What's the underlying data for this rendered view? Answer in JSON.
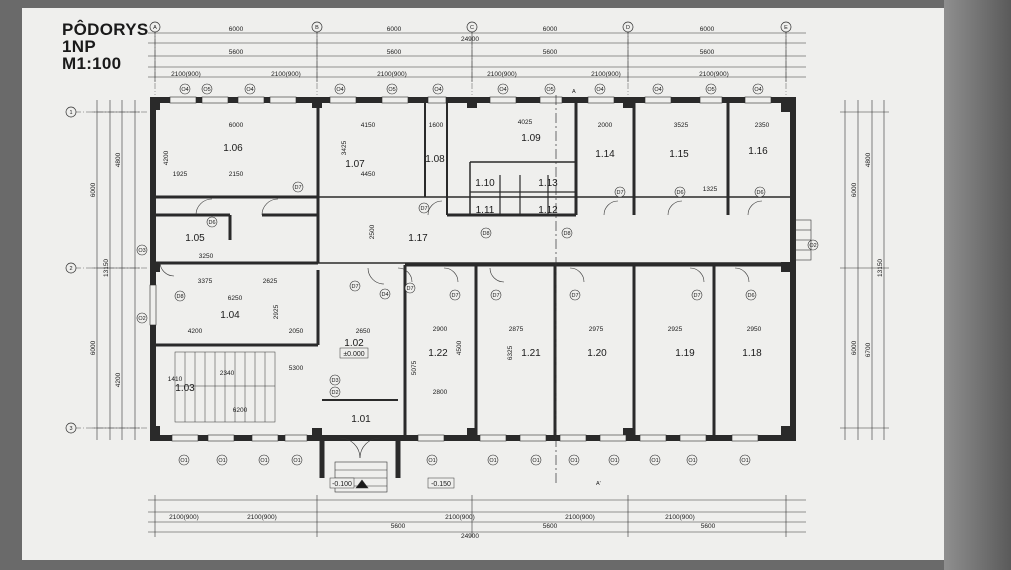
{
  "title": {
    "line1": "PÔDORYS",
    "line2": "1NP",
    "line3": "M1:100"
  },
  "column_axes": [
    "A",
    "B",
    "C",
    "D",
    "E"
  ],
  "row_axes": [
    "1",
    "2",
    "3"
  ],
  "overall_width": "24900",
  "bay_width": "6000",
  "rooms": [
    {
      "id": "1.06"
    },
    {
      "id": "1.07"
    },
    {
      "id": "1.08"
    },
    {
      "id": "1.09"
    },
    {
      "id": "1.10"
    },
    {
      "id": "1.11"
    },
    {
      "id": "1.12"
    },
    {
      "id": "1.13"
    },
    {
      "id": "1.14"
    },
    {
      "id": "1.15"
    },
    {
      "id": "1.16"
    },
    {
      "id": "1.17"
    },
    {
      "id": "1.05"
    },
    {
      "id": "1.04"
    },
    {
      "id": "1.03"
    },
    {
      "id": "1.02"
    },
    {
      "id": "1.01"
    },
    {
      "id": "1.22"
    },
    {
      "id": "1.21"
    },
    {
      "id": "1.20"
    },
    {
      "id": "1.19"
    },
    {
      "id": "1.18"
    }
  ],
  "levels": {
    "ground": "±0.000",
    "entrance": "-0.150",
    "step": "-0.100"
  },
  "section_marks": [
    "A",
    "A'"
  ],
  "window_marks": {
    "top_pattern": [
      "O4",
      "O5",
      "O4",
      "O4",
      "O5",
      "O4",
      "O4",
      "O5",
      "O4",
      "O4",
      "O5",
      "O4"
    ],
    "bottom": "O1",
    "side": "O2",
    "side_b": "O3"
  },
  "door_marks": [
    "D7",
    "D6",
    "D4",
    "D8",
    "D1",
    "D3",
    "D2"
  ],
  "left_dims": [
    "6000",
    "13150",
    "6000",
    "4800",
    "4200"
  ],
  "right_dims": [
    "6000",
    "13150",
    "6000",
    "4800",
    "6700"
  ],
  "top_sub_dims": [
    "5600",
    "5600",
    "5600",
    "5600"
  ],
  "window_size": "2100(900)",
  "interior_dims": [
    "6000",
    "4150",
    "1600",
    "4025",
    "2000",
    "3525",
    "2350",
    "4200",
    "3425",
    "4450",
    "1925",
    "2150",
    "1325",
    "2500",
    "3250",
    "3375",
    "6250",
    "4200",
    "2625",
    "2050",
    "2925",
    "2650",
    "2900",
    "2875",
    "2975",
    "2925",
    "2950",
    "6325",
    "5075",
    "4500",
    "2800",
    "5300",
    "6200",
    "1410",
    "2340"
  ]
}
